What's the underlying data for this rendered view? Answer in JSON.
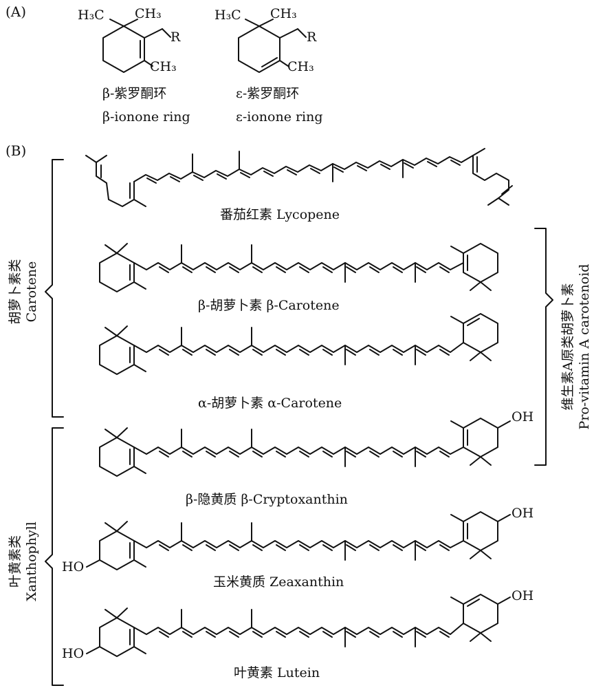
{
  "panels": {
    "a": "(A)",
    "b": "(B)"
  },
  "rings": [
    {
      "cn": "β-紫罗酮环",
      "en": "β-ionone ring"
    },
    {
      "cn": "ε-紫罗酮环",
      "en": "ε-ionone ring"
    }
  ],
  "atoms": {
    "h3c": "H₃C",
    "ch3": "CH₃",
    "r": "R",
    "oh": "OH",
    "ho": "HO"
  },
  "compounds": [
    {
      "label": "番茄红素  Lycopene"
    },
    {
      "label": "β-胡萝卜素 β-Carotene"
    },
    {
      "label": "α-胡萝卜素 α-Carotene"
    },
    {
      "label": "β-隐黄质 β-Cryptoxanthin"
    },
    {
      "label": "玉米黄质 Zeaxanthin"
    },
    {
      "label": "叶黄素 Lutein"
    }
  ],
  "groups": {
    "carotene": {
      "cn": "胡萝卜素类",
      "en": "Carotene"
    },
    "xanthophyll": {
      "cn": "叶黄素类",
      "en": "Xanthophyll"
    },
    "provitamin": {
      "cn": "维生素A原类胡萝卜素",
      "en": "Pro-vitamin A carotenoid"
    }
  },
  "colors": {
    "ink": "#111111",
    "background": "#ffffff"
  }
}
